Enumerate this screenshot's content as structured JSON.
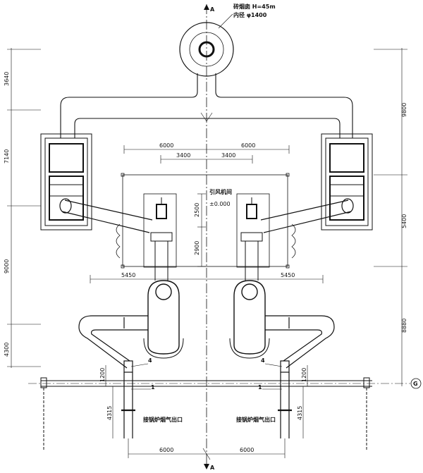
{
  "chimney": {
    "title": "砖烟囱 H=45m",
    "inner_diameter": "内径 φ1400"
  },
  "section_mark": "A",
  "fan_room": {
    "label": "引风机间",
    "elevation": "±0.000"
  },
  "axis_label": "G",
  "outlet_label": "接锅炉烟气出口",
  "item_numbers": {
    "one": "1",
    "four": "4"
  },
  "dims": {
    "left": [
      "3640",
      "7140",
      "9000",
      "4300",
      "1200",
      "4315"
    ],
    "right": [
      "9800",
      "5400",
      "8880",
      "1200",
      "4315"
    ],
    "top": [
      "6000",
      "6000",
      "3400",
      "3400"
    ],
    "mid": [
      "2500",
      "2900",
      "5450",
      "5450"
    ],
    "bottom": [
      "6000",
      "6000"
    ]
  },
  "colors": {
    "line": "#111111",
    "background": "#ffffff"
  }
}
